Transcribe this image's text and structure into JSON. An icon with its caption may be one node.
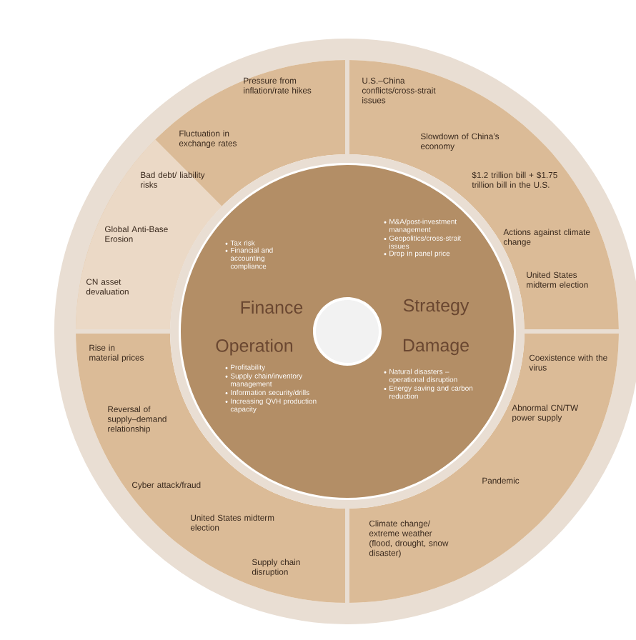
{
  "diagram": {
    "nodes": [
      {
        "text": [
          "Tax risk",
          "Financial and accounting compliance",
          "Finance"
        ]
      },
      {
        "text": [
          "M&A/post-investment management",
          "Geopolitics/cross-strait issues",
          "Drop in panel price",
          "Strategy"
        ]
      },
      {
        "text": [
          "Operation",
          "Profitability",
          "Supply chain/inventory management",
          "Information security/drills",
          "Increasing QVH production capacity"
        ]
      },
      {
        "text": [
          "Damage",
          "Natural disasters – operational disruption",
          "Energy saving and carbon reduction"
        ]
      }
    ],
    "labels": [
      "Pressure from inflation/rate hikes",
      "U.S.–China conflicts/cross-strait issues",
      "Fluctuation in exchange rates",
      "Slowdown of China’s economy",
      "Bad debt/ liability risks",
      "$1.2 trillion bill + $1.75 trillion bill in the U.S.",
      "Global Anti-Base Erosion",
      "Actions against climate change",
      "CN asset devaluation",
      "United States midterm election",
      "Rise in material prices",
      "Coexistence with the virus",
      "Reversal of supply–demand relationship",
      "Abnormal CN/TW power supply",
      "Cyber attack/fraud",
      "Pandemic",
      "United States midterm election",
      "Climate change/ extreme weather (flood, drought, snow disaster)",
      "Supply chain disruption"
    ]
  }
}
